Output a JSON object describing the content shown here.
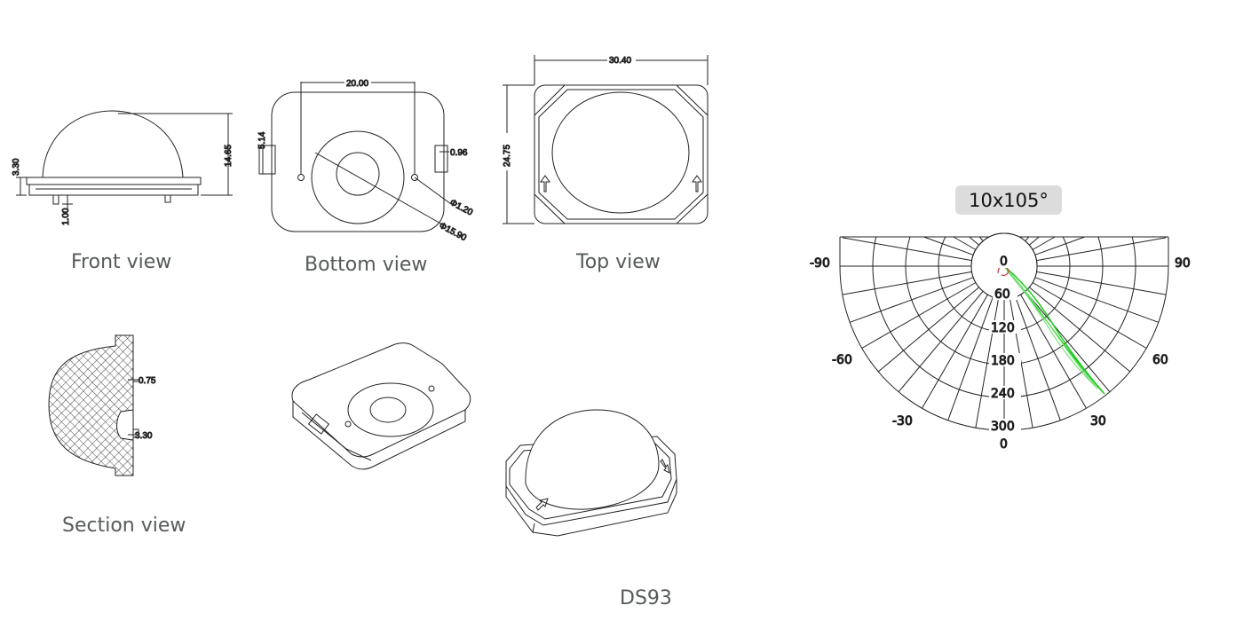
{
  "captions": {
    "front": "Front view",
    "bottom": "Bottom view",
    "top": "Top view",
    "section": "Section view",
    "model": "DS93"
  },
  "dimensions": {
    "front_height": "14.65",
    "front_left": "3.30",
    "front_pin": "1.00",
    "bottom_width": "20.00",
    "bottom_side": "5.14",
    "bottom_notch": "0.96",
    "bottom_hole": "Φ1.20",
    "bottom_dia": "Φ15.90",
    "top_width": "30.40",
    "top_height": "24.75",
    "section_a": "0.75",
    "section_b": "3.30"
  },
  "polar": {
    "badge": "10x105°",
    "angle_labels": {
      "left90": "-90",
      "right90": "90",
      "left60": "-60",
      "right60": "60",
      "left30": "-30",
      "right30": "30",
      "bottom0": "0"
    },
    "radial_labels": [
      "0",
      "60",
      "120",
      "180",
      "240",
      "300"
    ],
    "curve_colors": {
      "outer": "#22cc22",
      "inner": "#7fe07f",
      "marker": "#cc3333"
    }
  }
}
